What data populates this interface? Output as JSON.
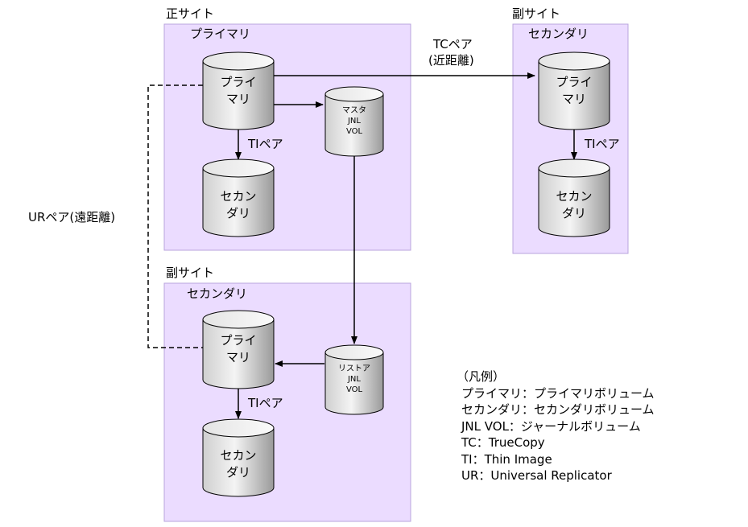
{
  "sites": {
    "primary_site": {
      "label": "正サイト",
      "role": "プライマリ"
    },
    "secondary_site_tc": {
      "label": "副サイト",
      "role": "セカンダリ"
    },
    "secondary_site_ur": {
      "label": "副サイト",
      "role": "セカンダリ"
    }
  },
  "volumes": {
    "primary_site_primary": [
      "プライ",
      "マリ"
    ],
    "primary_site_secondary": [
      "セカン",
      "ダリ"
    ],
    "master_jnl": [
      "マスタ",
      "JNL",
      "VOL"
    ],
    "tc_site_primary": [
      "プライ",
      "マリ"
    ],
    "tc_site_secondary": [
      "セカン",
      "ダリ"
    ],
    "ur_site_primary": [
      "プライ",
      "マリ"
    ],
    "ur_site_secondary": [
      "セカン",
      "ダリ"
    ],
    "restore_jnl": [
      "リストア",
      "JNL",
      "VOL"
    ]
  },
  "pairs": {
    "tc_pair": "TCペア",
    "tc_pair_note": "(近距離)",
    "ur_pair": "URペア(遠距離)",
    "ti_pair_1": "TIペア",
    "ti_pair_2": "TIペア",
    "ti_pair_3": "TIペア"
  },
  "legend": {
    "title": "（凡例）",
    "items": [
      "プライマリ：プライマリボリューム",
      "セカンダリ：セカンダリボリューム",
      "JNL VOL：ジャーナルボリューム",
      "TC：TrueCopy",
      "TI：Thin Image",
      "UR：Universal Replicator"
    ]
  },
  "colors": {
    "site_fill": "#ebdcff",
    "site_border": "#b9a4dc",
    "cylinder_light": "#f2f2f2",
    "cylinder_dark": "#9a9a9a",
    "line": "#000000"
  }
}
